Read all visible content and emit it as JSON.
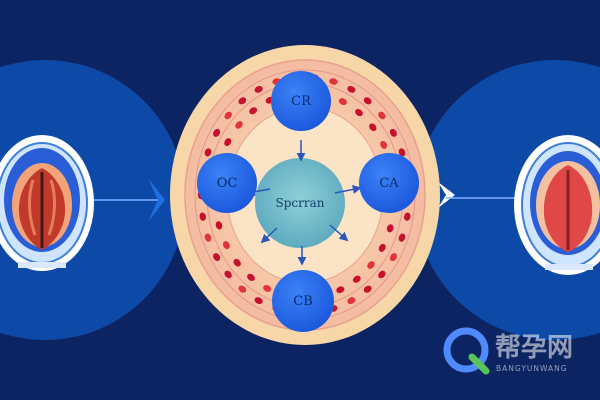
{
  "diagram": {
    "center_label": "Spcrran",
    "nodes": [
      {
        "id": "top",
        "label": "CR"
      },
      {
        "id": "left",
        "label": "OC"
      },
      {
        "id": "right",
        "label": "CA"
      },
      {
        "id": "bottom",
        "label": "CB"
      }
    ]
  },
  "watermark": {
    "title": "帮孕网",
    "subtitle": "BANGYUNWANG"
  },
  "colors": {
    "background": "#0c2461",
    "side_circle": "#0d4aa8",
    "node_fill": "#1e64e6",
    "tissue_outer": "#f7d7a8",
    "tissue_inner": "#f4b49a",
    "center_fill": "#6fb6c6",
    "vessel_red": "#c8102e",
    "arrow": "#2b55b8"
  }
}
